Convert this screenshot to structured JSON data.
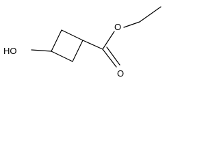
{
  "molecule": {
    "atoms": {
      "hydroxyl": "HO",
      "ester_oxygen": "O",
      "carbonyl_oxygen": "O"
    },
    "colors": {
      "bond": "#000000",
      "label": "#000000",
      "background": "#ffffff"
    }
  }
}
